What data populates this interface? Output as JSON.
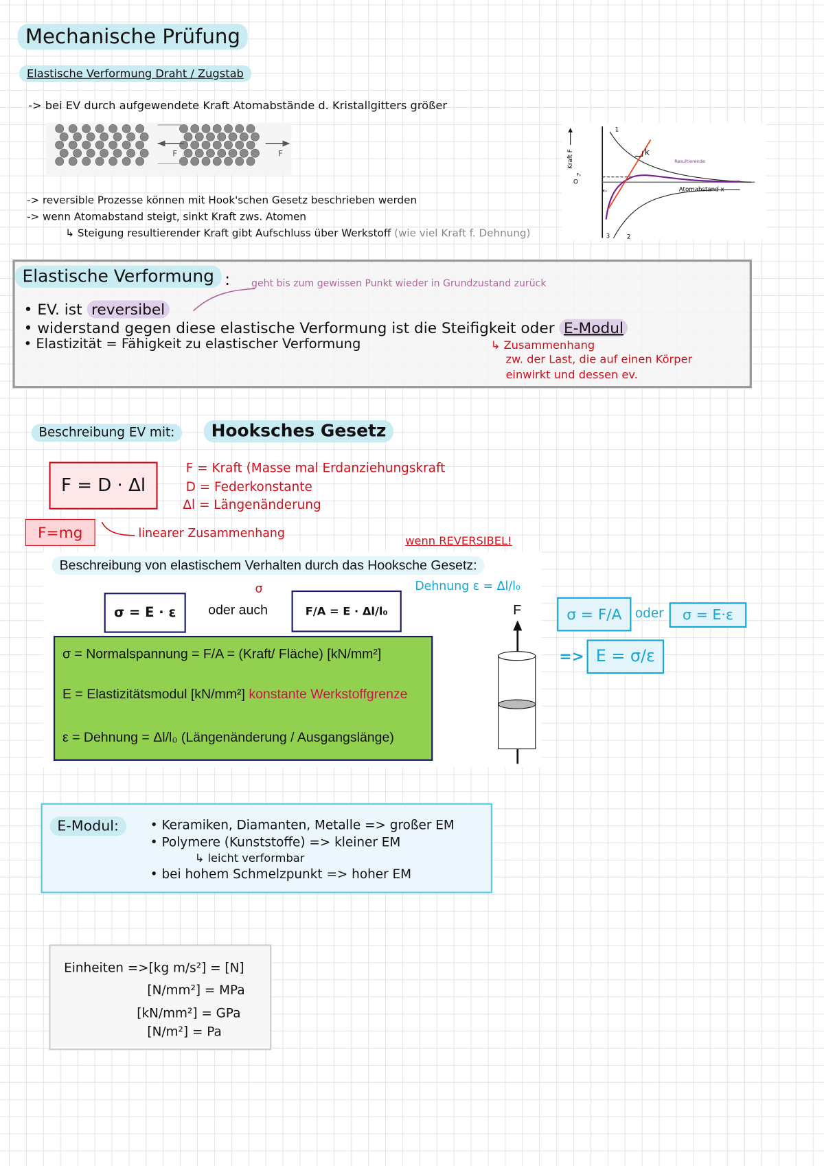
{
  "title": "Mechanische Prüfung",
  "subtitle": "Elastische Verformung Draht / Zugstab",
  "intro": {
    "line1": "-> bei EV durch aufgewendete Kraft Atomabstände d. Kristallgitters größer",
    "lattice_force_label": "F",
    "line2": "-> reversible Prozesse können mit Hook'schen Gesetz beschrieben werden",
    "line3": "-> wenn Atomabstand steigt, sinkt Kraft zws. Atomen",
    "line4": "↳ Steigung resultierender Kraft gibt Aufschluss über Werkstoff",
    "line4_note": "(wie viel Kraft f. Dehnung)"
  },
  "graph": {
    "y_label": "Kraft F",
    "x_label": "Atomabstand x",
    "origin": "O",
    "f0": "F₀",
    "x0": "x₀",
    "k": "k",
    "curve_1": "1",
    "curve_2": "2",
    "curve_3": "3",
    "annotation": "Resultierende",
    "colors": {
      "tangent": "#e8421c",
      "result": "#7a1f8f"
    }
  },
  "ev_box": {
    "heading": "Elastische Verformung",
    "colon": ":",
    "note": "geht bis zum gewissen Punkt wieder in Grundzustand zurück",
    "b1_pre": "EV. ist",
    "b1_hl": "reversibel",
    "b2_pre": "widerstand gegen diese elastische Verformung ist die Steifigkeit oder",
    "b2_hl": "E-Modul",
    "b3": "Elastizität = Fähigkeit zu elastischer Verformung",
    "red1": "↳ Zusammenhang",
    "red2": "zw. der Last, die auf einen Körper",
    "red3": "einwirkt und dessen ev."
  },
  "hooke": {
    "label": "Beschreibung EV mit:",
    "heading": "Hooksches Gesetz",
    "formula": "F = D · Δl",
    "f_mg": "F=mg",
    "def1": "F = Kraft (Masse mal Erdanziehungskraft",
    "def2": "D = Federkonstante",
    "def3": "Δl = Längenänderung",
    "linear": "linearer Zusammenhang",
    "reversible_note": "wenn REVERSIBEL!",
    "desc": "Beschreibung von elastischem Verhalten durch das Hooksche Gesetz:",
    "eq1": "σ = E · ε",
    "oder_auch": "oder auch",
    "eq2_left": "F/A",
    "eq2_mid": "= E ·",
    "eq2_right": "Δl/l₀",
    "sigma_note": "σ",
    "dehnung_note": "Dehnung ε = Δl/l₀",
    "green": {
      "l1": "σ = Normalspannung = F/A = (Kraft/ Fläche) [kN/mm²]",
      "l2": "E = Elastizitätsmodul [kN/mm²]",
      "l2_note": "konstante Werkstoffgrenze",
      "l3": "ε = Dehnung = Δl/l₀   (Längenänderung / Ausgangslänge)"
    },
    "cyl_label": "F",
    "right1": "σ = F/A",
    "right_oder": "oder",
    "right2": "σ = E·ε",
    "right3": "E = σ/ε",
    "arrow": "=>",
    "colors": {
      "green": "#92d050",
      "cyan": "#14a8d8",
      "red": "#d0101c"
    }
  },
  "emodul": {
    "label": "E-Modul:",
    "b1": "• Keramiken, Diamanten, Metalle => großer EM",
    "b2": "• Polymere (Kunststoffe) => kleiner EM",
    "b2_sub": "↳ leicht verformbar",
    "b3": "• bei hohem Schmelzpunkt => hoher EM"
  },
  "units": {
    "label": "Einheiten =>",
    "u1": "[kg m/s²] = [N]",
    "u2": "[N/mm²] = MPa",
    "u3": "[kN/mm²] = GPa",
    "u4": "[N/m²] = Pa"
  }
}
